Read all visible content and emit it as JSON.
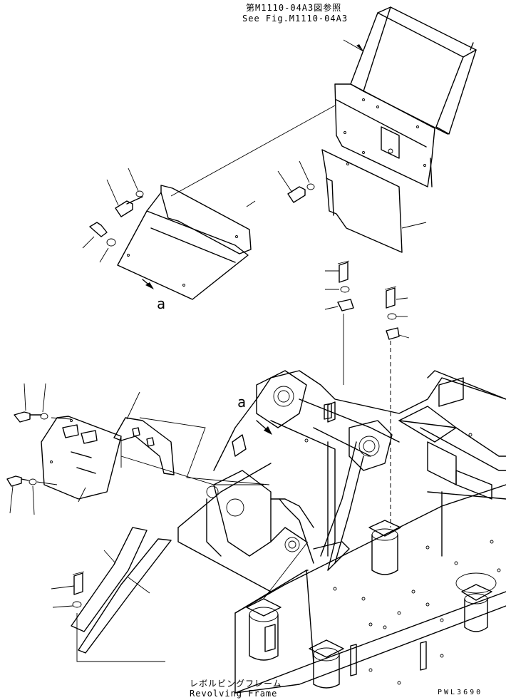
{
  "references": {
    "top_jp": "第M1110-04A3図参照",
    "top_en": "See Fig.M1110-04A3"
  },
  "view_marker_top": "a",
  "view_marker_mid": "a",
  "frame_caption": {
    "jp": "レボルビングフレーム",
    "en": "Revolving Frame"
  },
  "drawing_code": "PWL3690"
}
